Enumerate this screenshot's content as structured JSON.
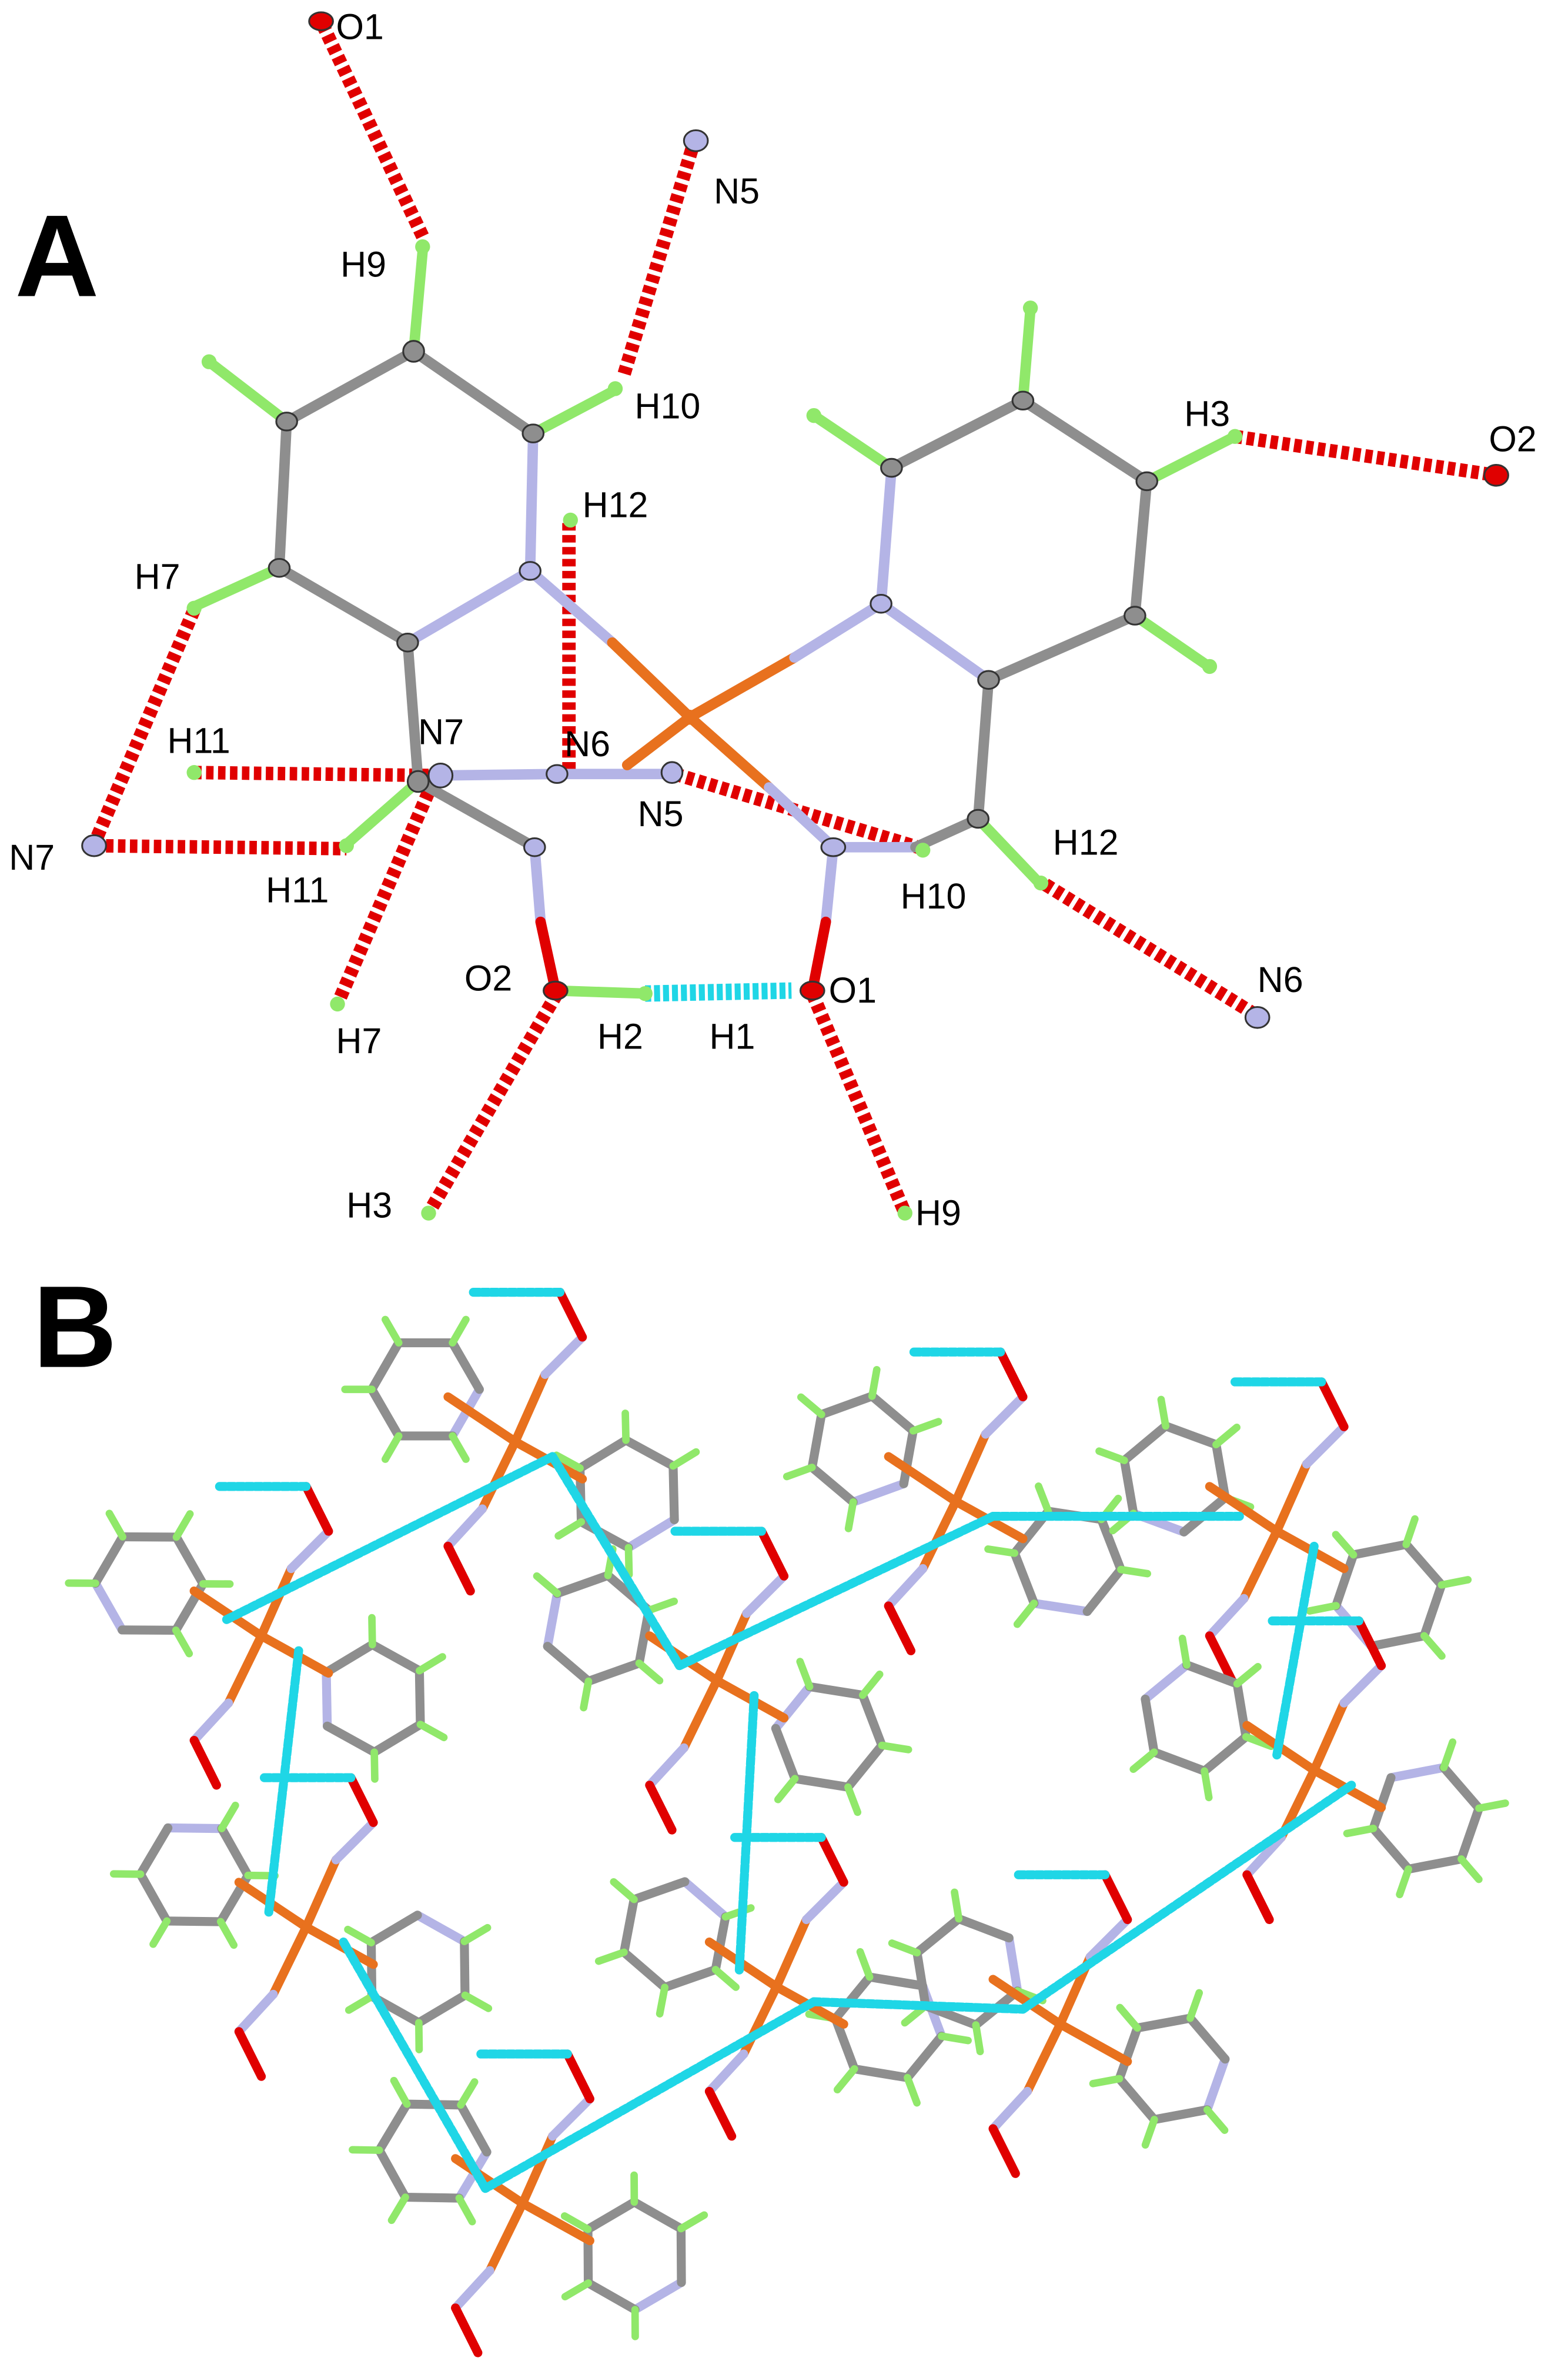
{
  "panels": [
    {
      "letter": "A"
    },
    {
      "letter": "B"
    }
  ],
  "colors": {
    "carbon": "#8e8e8e",
    "nitrogen": "#b4b4e6",
    "oxygen": "#e00000",
    "hydrogen": "#90e86a",
    "iron": "#e8711e",
    "hbond_intermolecular": "#ff0000",
    "hbond_intramolecular": "#1fd6e6"
  },
  "panel_a_labels": {
    "O1_top": "O1",
    "N5_top": "N5",
    "H9": "H9",
    "H10": "H10",
    "H3": "H3",
    "O2_right": "O2",
    "H12_top": "H12",
    "H7_left": "H7",
    "H11_top": "H11",
    "N7_center": "N7",
    "N6_center": "N6",
    "N5_center": "N5",
    "N7_left": "N7",
    "H11_bottom": "H11",
    "H10_center": "H10",
    "H12_right": "H12",
    "O2_center": "O2",
    "H2": "H2",
    "H1": "H1",
    "O1_center": "O1",
    "N6_right": "N6",
    "H7_bottom": "H7",
    "H3_bottom": "H3",
    "H9_bottom": "H9"
  }
}
